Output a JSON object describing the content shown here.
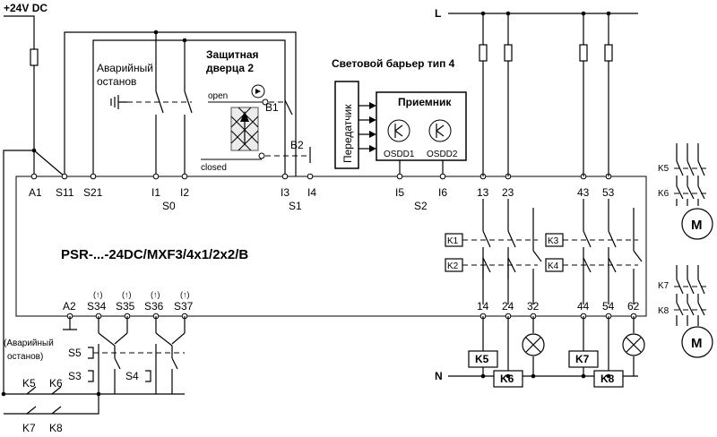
{
  "supply": {
    "plus24": "+24V DC",
    "L": "L",
    "N": "N"
  },
  "title": "PSR-...-24DC/MXF3/4x1/2x2/B",
  "labels": {
    "estop": [
      "Аварийный",
      "останов"
    ],
    "estop2": [
      "(Аварийный",
      "останов)"
    ],
    "door": [
      "Защитная",
      "дверца 2"
    ],
    "open": "open",
    "closed": "closed",
    "barrier": "Световой барьер тип 4",
    "transmitter": "Передатчик",
    "receiver": "Приемник",
    "osdd1": "OSDD1",
    "osdd2": "OSDD2",
    "b1": "B1",
    "b2": "B2"
  },
  "top_terminals": [
    {
      "name": "A1"
    },
    {
      "name": "S11"
    },
    {
      "name": "S21"
    },
    {
      "name": "I1"
    },
    {
      "name": "I2"
    },
    {
      "name": "I3"
    },
    {
      "name": "I4"
    },
    {
      "name": "I5"
    },
    {
      "name": "I6"
    },
    {
      "name": "13"
    },
    {
      "name": "23"
    },
    {
      "name": "43"
    },
    {
      "name": "53"
    }
  ],
  "groups": [
    {
      "name": "S0"
    },
    {
      "name": "S1"
    },
    {
      "name": "S2"
    }
  ],
  "bottom_terminals": [
    {
      "name": "A2",
      "marker": ""
    },
    {
      "name": "S34",
      "marker": "(↑)"
    },
    {
      "name": "S35",
      "marker": "(↑)"
    },
    {
      "name": "S36",
      "marker": "(↑)"
    },
    {
      "name": "S37",
      "marker": "(↑)"
    },
    {
      "name": "14",
      "marker": ""
    },
    {
      "name": "24",
      "marker": ""
    },
    {
      "name": "32",
      "marker": ""
    },
    {
      "name": "44",
      "marker": ""
    },
    {
      "name": "54",
      "marker": ""
    },
    {
      "name": "62",
      "marker": ""
    }
  ],
  "internal_relays": [
    "K1",
    "K2",
    "K3",
    "K4"
  ],
  "coils": [
    "K5",
    "K6",
    "K7",
    "K8"
  ],
  "switches": [
    "S5",
    "S3",
    "S4"
  ],
  "contacts_bottom": [
    "K5",
    "K6",
    "K7",
    "K8"
  ],
  "motor_contacts": [
    "K5",
    "K6",
    "K7",
    "K8"
  ],
  "motor": "M"
}
